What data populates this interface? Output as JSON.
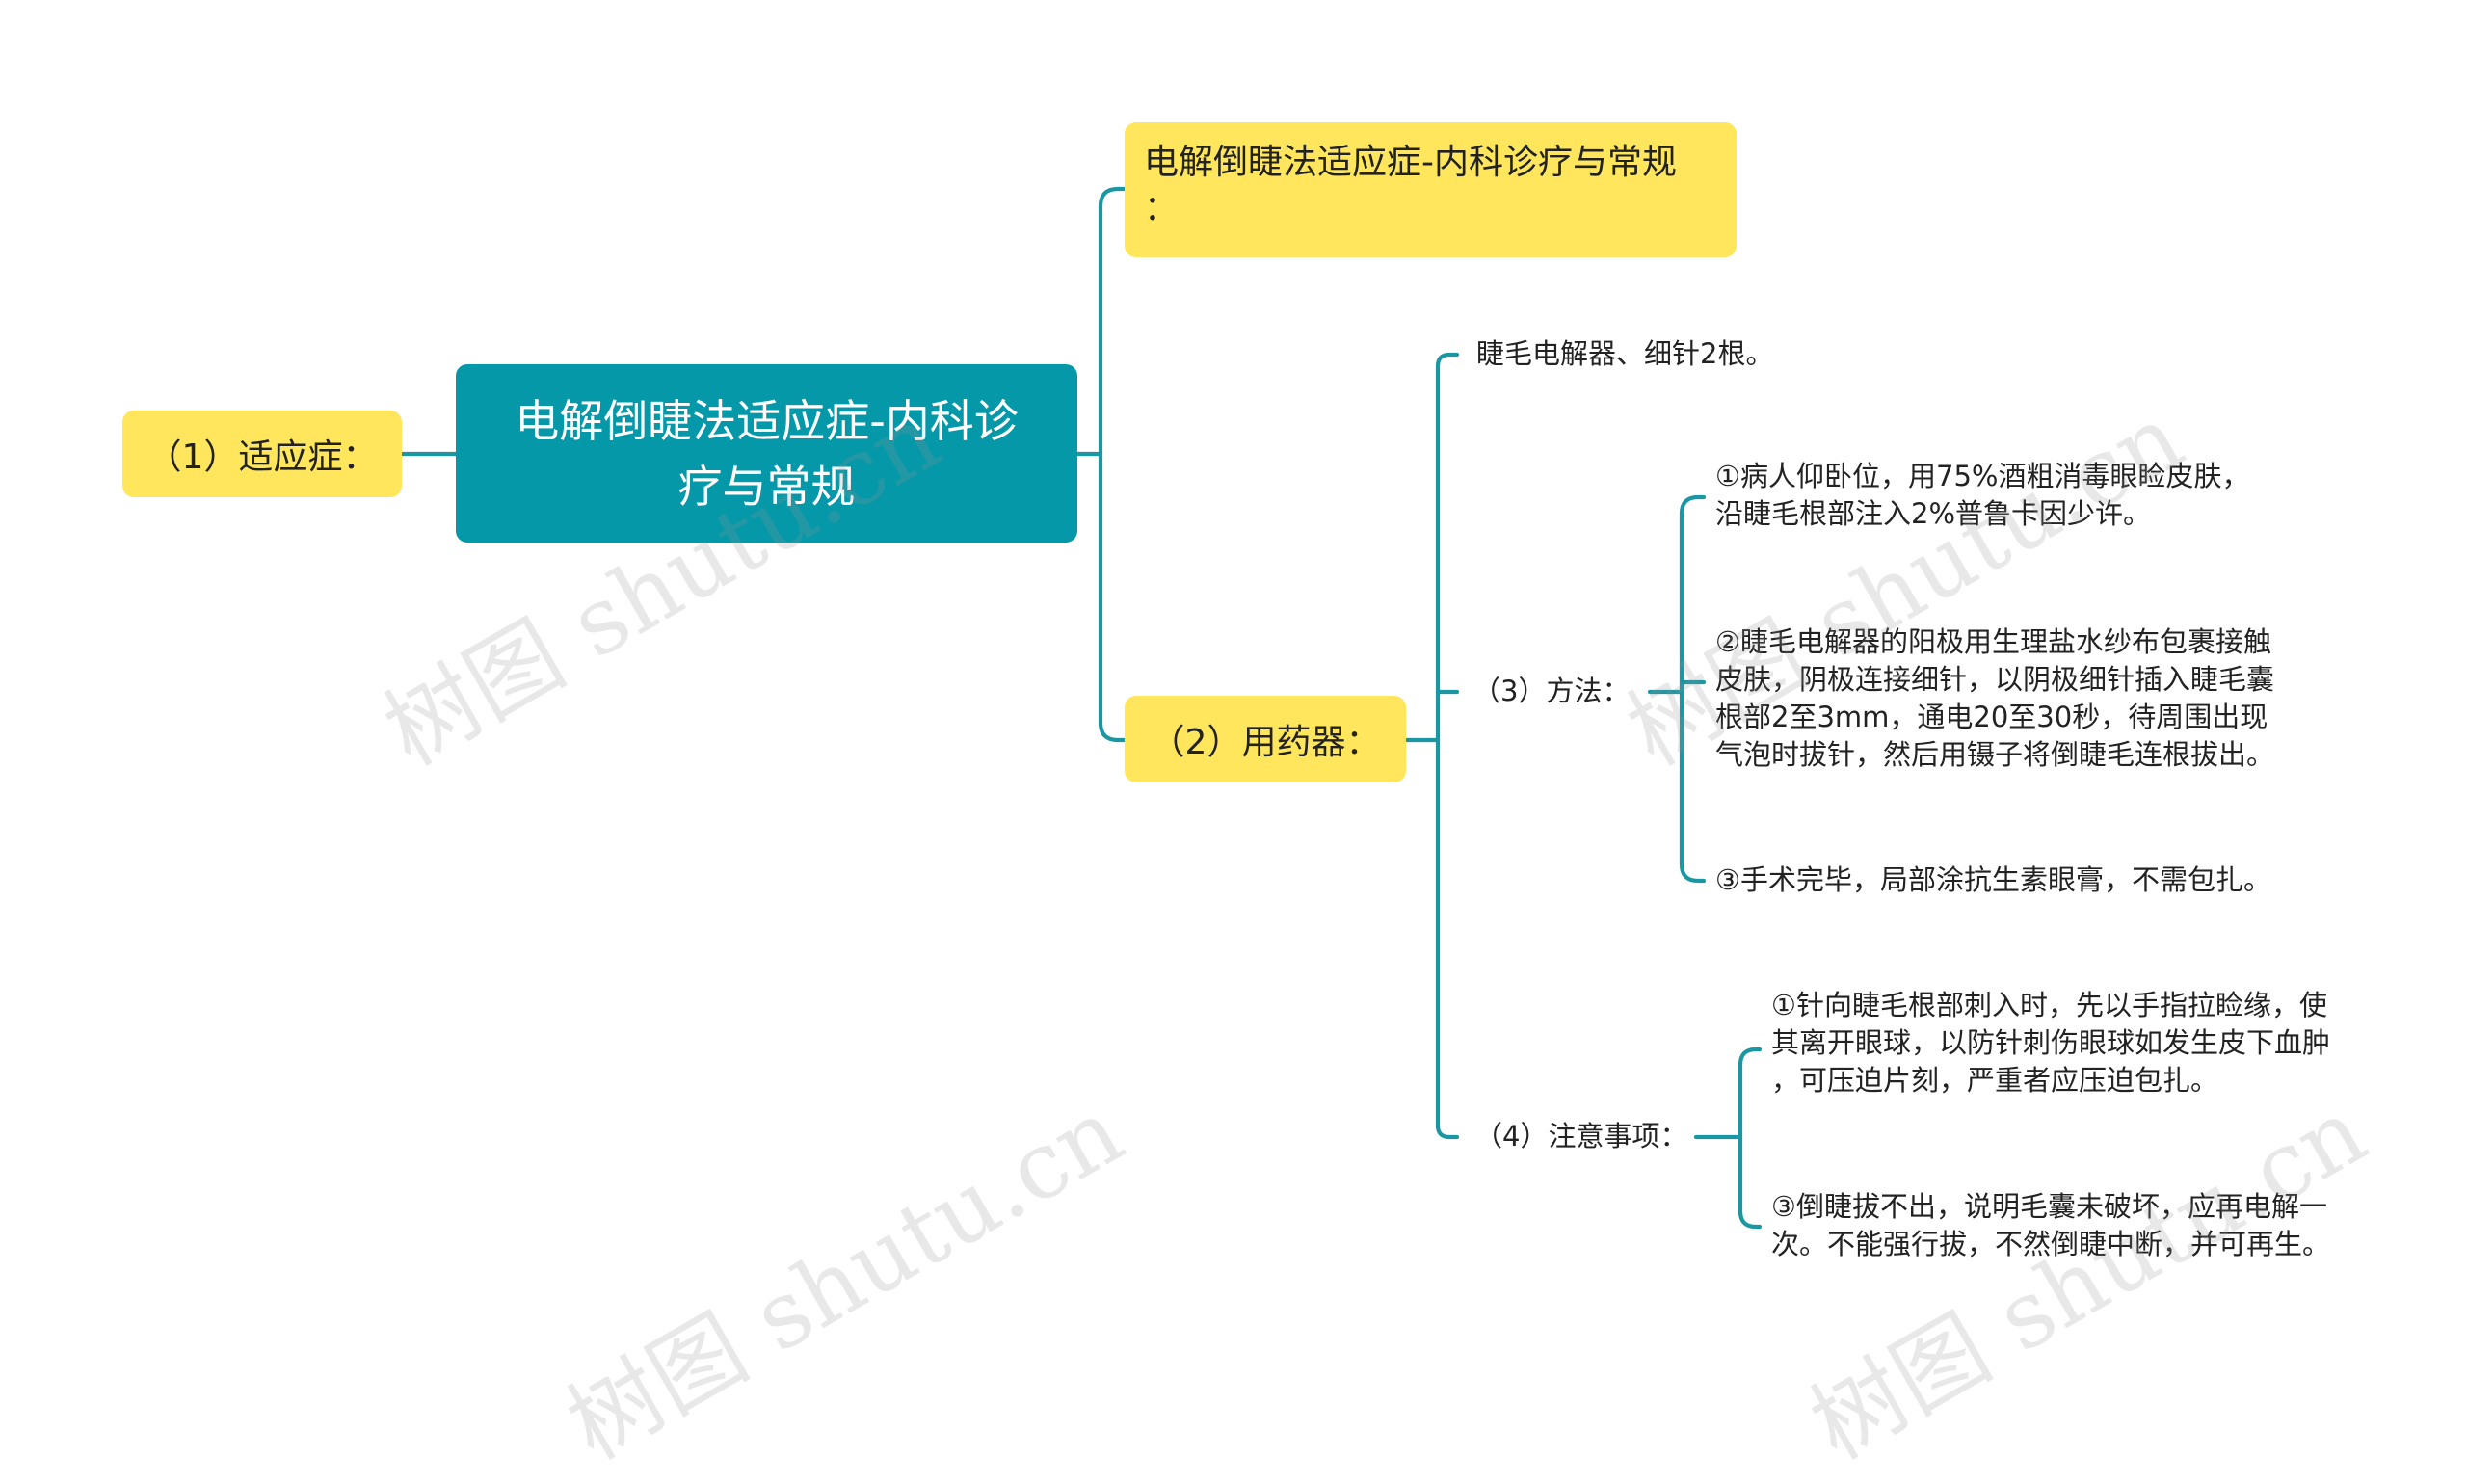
{
  "mindmap": {
    "root": {
      "lines": [
        "电解倒睫法适应症-内科诊",
        "疗与常规"
      ]
    },
    "indication": {
      "label": "（1）适应症："
    },
    "title_branch": {
      "lines": [
        "电解倒睫法适应症-内科诊疗与常规",
        "："
      ]
    },
    "tools_branch": {
      "label": "（2）用药器：",
      "item": "睫毛电解器、细针2根。",
      "method": {
        "label": "（3）方法：",
        "steps": [
          {
            "lines": [
              "①病人仰卧位，用75%酒粗消毒眼睑皮肤，",
              "沿睫毛根部注入2%普鲁卡因少许。"
            ]
          },
          {
            "lines": [
              "②睫毛电解器的阳极用生理盐水纱布包裹接触",
              "皮肤，阴极连接细针，以阴极细针插入睫毛囊",
              "根部2至3mm，通电20至30秒，待周围出现",
              "气泡时拔针，然后用镊子将倒睫毛连根拔出。"
            ]
          },
          {
            "lines": [
              "③手术完毕，局部涂抗生素眼膏，不需包扎。"
            ]
          }
        ]
      },
      "notes": {
        "label": "（4）注意事项：",
        "items": [
          {
            "lines": [
              "①针向睫毛根部刺入时，先以手指拉睑缘，使",
              "其离开眼球，以防针刺伤眼球如发生皮下血肿",
              "，可压迫片刻，严重者应压迫包扎。"
            ]
          },
          {
            "lines": [
              "③倒睫拔不出，说明毛囊未破坏，应再电解一",
              "次。不能强行拔，不然倒睫中断，并可再生。"
            ]
          }
        ]
      }
    }
  },
  "watermark": {
    "text": "树图 shutu.cn"
  },
  "colors": {
    "teal": "#0598a8",
    "yellow": "#ffe65c",
    "connector": "#1a97a3"
  }
}
